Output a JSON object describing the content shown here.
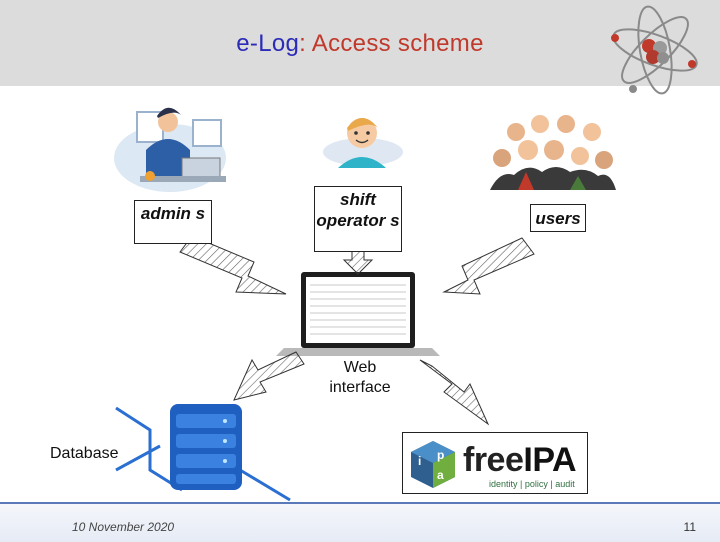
{
  "header": {
    "title_part1": "e-Log",
    "title_sep": ": ",
    "title_part2": "Access scheme"
  },
  "nodes": {
    "admins_label": "admin s",
    "shift_operators_label": "shift operator s",
    "users_label": "users",
    "web_interface_label": "Web interface",
    "database_label": "Database"
  },
  "freeipa": {
    "logo_letters": "ipa",
    "word_free": "free",
    "word_ipa": "IPA",
    "tagline": "identity | policy | audit"
  },
  "footer": {
    "date": "10 November 2020",
    "page_number": "11"
  },
  "colors": {
    "title_blue": "#2b2bb8",
    "title_accent": "#c0392b",
    "server_blue": "#1f5fbf",
    "footer_border": "#5b78b8"
  }
}
